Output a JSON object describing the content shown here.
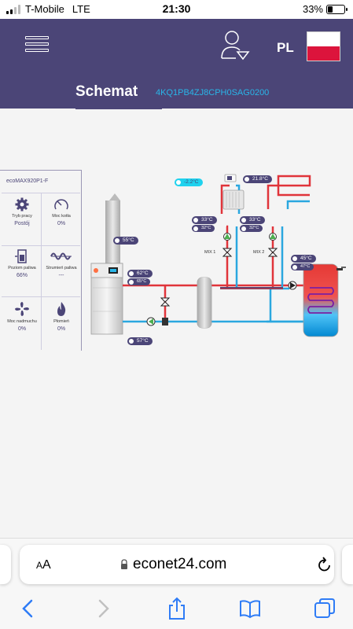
{
  "status_bar": {
    "carrier": "T-Mobile",
    "network": "LTE",
    "time": "21:30",
    "battery_percent": "33%",
    "battery_level": 0.33
  },
  "header": {
    "language": "PL",
    "title": "Schemat",
    "device_id": "4KQ1PB4ZJ8CPH0SAG0200"
  },
  "panel": {
    "model": "ecoMAX920P1-F",
    "items": [
      {
        "label": "Tryb pracy",
        "value": "Postój"
      },
      {
        "label": "Moc kotła",
        "value": "0%"
      },
      {
        "label": "Poziom paliwa",
        "value": "66%"
      },
      {
        "label": "Strumień paliwa",
        "value": "---"
      },
      {
        "label": "Moc nadmuchu",
        "value": "0%"
      },
      {
        "label": "Płomień",
        "value": "0%"
      }
    ]
  },
  "diagram": {
    "outdoor_temp": "-2.2°C",
    "room_temp": "21.8°C",
    "exhaust_temp": "55°C",
    "boiler_temp": "62°C",
    "boiler_set": "65°C",
    "return_temp": "57°C",
    "mix1_temp": "33°C",
    "mix1_set": "32°C",
    "mix1_label": "MIX 1",
    "mix2_temp": "33°C",
    "mix2_set": "32°C",
    "mix2_label": "MIX 2",
    "dhw_temp": "45°C",
    "dhw_set": "47°C"
  },
  "browser": {
    "aa_small": "A",
    "aa_large": "A",
    "url": "econet24.com"
  },
  "colors": {
    "brand": "#4b4577",
    "hot_pipe": "#e0343a",
    "cold_pipe": "#2aa7df",
    "accent": "#29b6e8"
  }
}
